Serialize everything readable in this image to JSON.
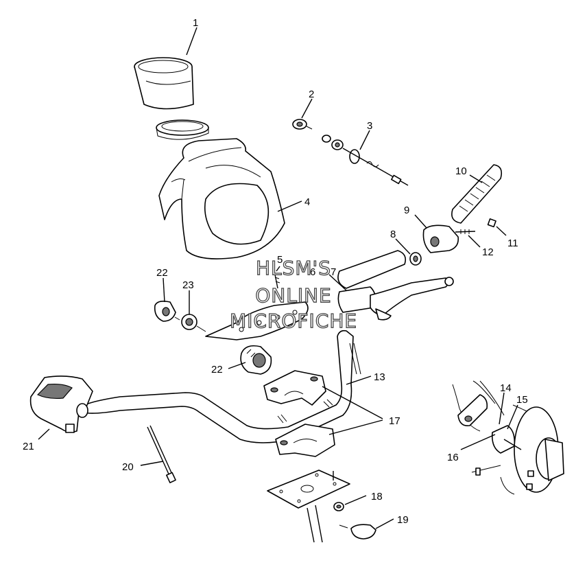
{
  "watermark": {
    "line1": "HLSM'S",
    "line2": "ONLINE",
    "line3": "MICROFICHE"
  },
  "labels": [
    {
      "id": "1",
      "text": "1"
    },
    {
      "id": "2",
      "text": "2"
    },
    {
      "id": "3",
      "text": "3"
    },
    {
      "id": "4",
      "text": "4"
    },
    {
      "id": "5",
      "text": "5"
    },
    {
      "id": "6",
      "text": "6"
    },
    {
      "id": "7",
      "text": "7"
    },
    {
      "id": "8",
      "text": "8"
    },
    {
      "id": "9",
      "text": "9"
    },
    {
      "id": "10",
      "text": "10"
    },
    {
      "id": "11",
      "text": "11"
    },
    {
      "id": "12",
      "text": "12"
    },
    {
      "id": "13",
      "text": "13"
    },
    {
      "id": "14",
      "text": "14"
    },
    {
      "id": "15",
      "text": "15"
    },
    {
      "id": "16",
      "text": "16"
    },
    {
      "id": "17",
      "text": "17"
    },
    {
      "id": "18",
      "text": "18"
    },
    {
      "id": "19",
      "text": "19"
    },
    {
      "id": "20",
      "text": "20"
    },
    {
      "id": "21",
      "text": "21"
    },
    {
      "id": "22a",
      "text": "22"
    },
    {
      "id": "22b",
      "text": "22"
    },
    {
      "id": "23",
      "text": "23"
    }
  ]
}
